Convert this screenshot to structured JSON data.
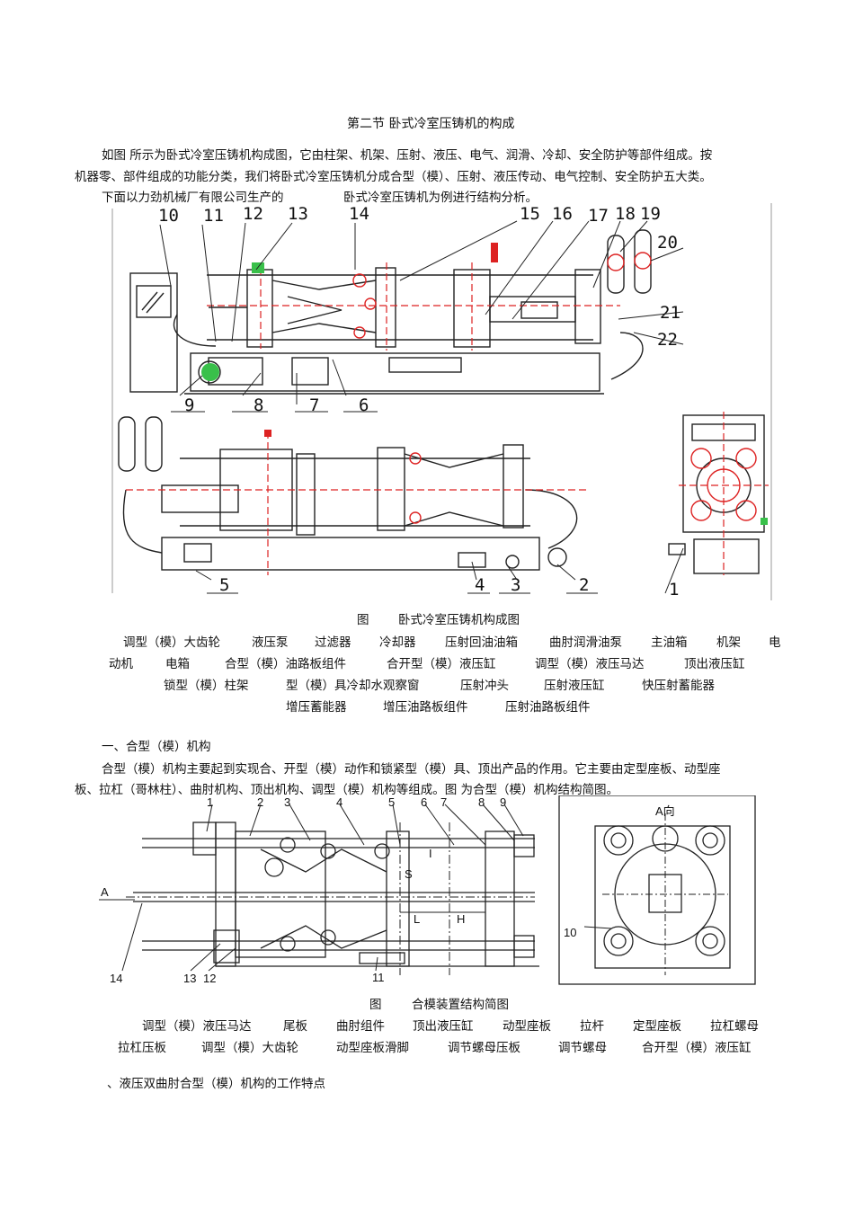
{
  "title": "第二节  卧式冷室压铸机的构成",
  "intro": {
    "line1": "如图      所示为卧式冷室压铸机构成图，它由柱架、机架、压射、液压、电气、润滑、冷却、安全防护等部件组成。按",
    "line2": "机器零、部件组成的功能分类，我们将卧式冷室压铸机分成合型（模）、压射、液压传动、电气控制、安全防护五大类。",
    "line3a": "下面以力劲机械厂有限公司生产的",
    "line3b": "卧式冷室压铸机为例进行结构分析。"
  },
  "figure1": {
    "numbers": [
      "10",
      "11",
      "12",
      "13",
      "14",
      "15",
      "16",
      "17",
      "18",
      "19",
      "20",
      "21",
      "22",
      "9",
      "8",
      "7",
      "6",
      "5",
      "4",
      "3",
      "2",
      "1"
    ],
    "caption_a": "图",
    "caption_b": "卧式冷室压铸机构成图",
    "parts_row1": [
      "调型（模）大齿轮",
      "液压泵",
      "过滤器",
      "冷却器",
      "压射回油油箱",
      "曲肘润滑油泵",
      "主油箱",
      "机架",
      "电"
    ],
    "parts_row2": [
      "动机",
      "电箱",
      "合型（模）油路板组件",
      "合开型（模）液压缸",
      "调型（模）液压马达",
      "顶出液压缸"
    ],
    "parts_row3": [
      "锁型（模）柱架",
      "型（模）具冷却水观察窗",
      "压射冲头",
      "压射液压缸",
      "快压射蓄能器"
    ],
    "parts_row4": [
      "增压蓄能器",
      "增压油路板组件",
      "压射油路板组件"
    ]
  },
  "section1": {
    "heading": "一、合型（模）机构",
    "para_line1": "合型（模）机构主要起到实现合、开型（模）动作和锁紧型（模）具、顶出产品的作用。它主要由定型座板、动型座",
    "para_line2": "板、拉杠（哥林柱）、曲肘机构、顶出机构、调型（模）机构等组成。图    为合型（模）机构结构简图。"
  },
  "figure2": {
    "numbers": [
      "1",
      "2",
      "3",
      "4",
      "5",
      "6",
      "7",
      "8",
      "9",
      "10",
      "11",
      "12",
      "13",
      "14"
    ],
    "labels": {
      "a_dir": "A向",
      "a": "A",
      "s": "S",
      "i": "I",
      "l": "L",
      "h": "H"
    },
    "caption_a": "图",
    "caption_b": "合模装置结构简图",
    "parts_row1": [
      "调型（模）液压马达",
      "尾板",
      "曲肘组件",
      "顶出液压缸",
      "动型座板",
      "拉杆",
      "定型座板",
      "拉杠螺母"
    ],
    "parts_row2": [
      "拉杠压板",
      "调型（模）大齿轮",
      "动型座板滑脚",
      "调节螺母压板",
      "调节螺母",
      "合开型（模）液压缸"
    ]
  },
  "section2": {
    "heading": "、液压双曲肘合型（模）机构的工作特点"
  }
}
